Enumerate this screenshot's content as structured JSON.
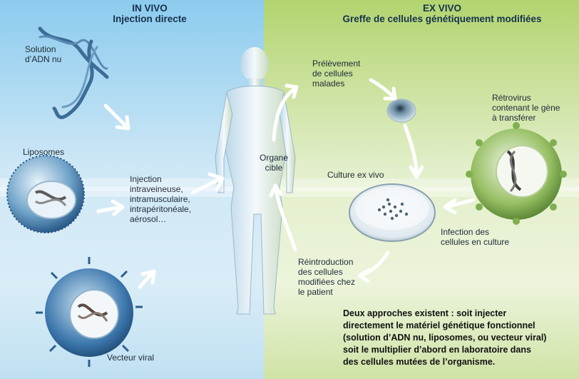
{
  "colors": {
    "left_panel": "#bfe0f2",
    "right_panel": "#cfe3a6",
    "header_bar": "#7fc2e8",
    "header_bar_right": "#b3d36e",
    "arrow": "#ffffff",
    "text": "#1d2a36"
  },
  "header": {
    "left_title": "IN VIVO",
    "left_subtitle": "Injection directe",
    "right_title": "EX VIVO",
    "right_subtitle": "Greffe de cellules génétiquement modifiées"
  },
  "in_vivo": {
    "naked_dna": [
      "Solution",
      "d’ADN nu"
    ],
    "liposomes": "Liposomes",
    "injection": [
      "Injection",
      "intraveineuse,",
      "intramusculaire,",
      "intrapéritonéale,",
      "aérosol…"
    ],
    "viral_vector": "Vecteur viral"
  },
  "target_organ": [
    "Organe",
    "cible"
  ],
  "ex_vivo": {
    "sampling": [
      "Prélèvement",
      "de cellules",
      "malades"
    ],
    "retrovirus": [
      "Rétrovirus",
      "contenant le gène",
      "à transférer"
    ],
    "culture": "Culture ex vivo",
    "infection": [
      "Infection des",
      "cellules en culture"
    ],
    "reintroduction": [
      "Réintroduction",
      "des cellules",
      "modifiées chez",
      "le patient"
    ]
  },
  "summary": [
    "Deux approches existent : soit injecter",
    "directement le matériel génétique fonctionnel",
    "(solution d’ADN nu, liposomes, ou vecteur viral)",
    "soit le multiplier d’abord en laboratoire dans",
    "des cellules mutées de l’organisme."
  ]
}
